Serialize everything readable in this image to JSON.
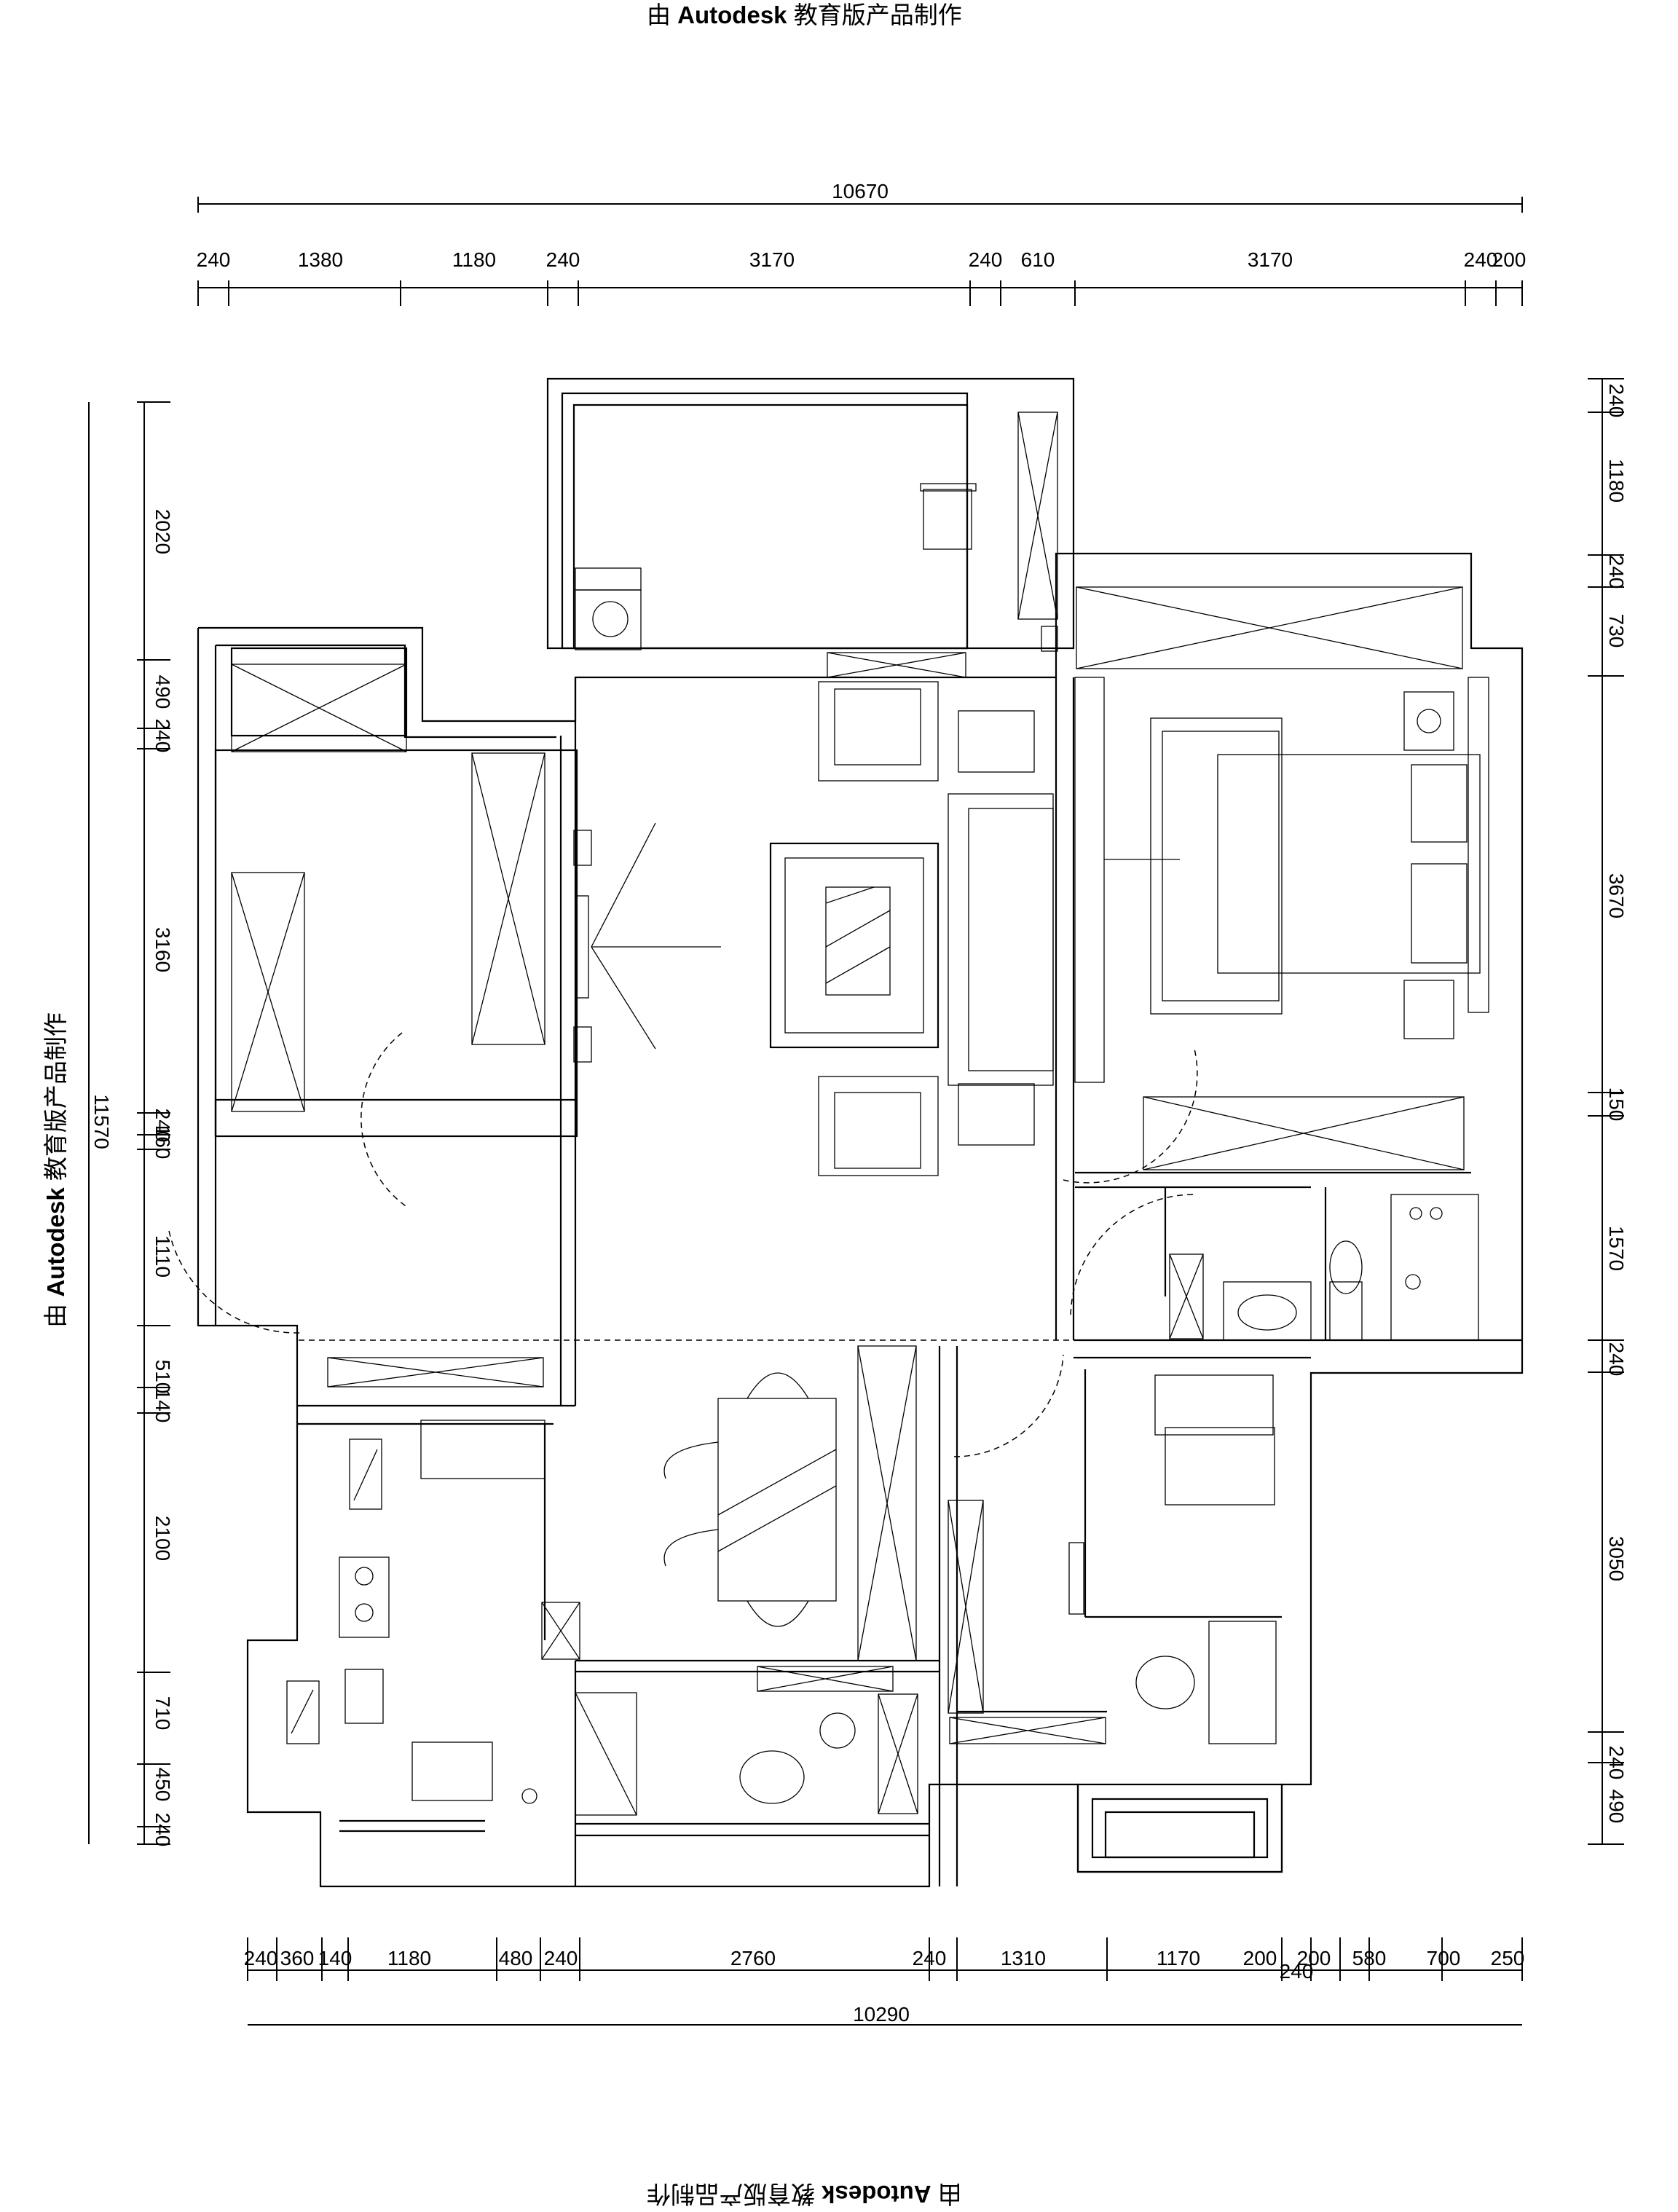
{
  "watermark": {
    "prefix": "由 ",
    "brand": "Autodesk",
    "suffix": " 教育版产品制作"
  },
  "dimensions": {
    "top_total": "10670",
    "top": [
      "240",
      "1380",
      "1180",
      "240",
      "3170",
      "240",
      "610",
      "3170",
      "240",
      "200"
    ],
    "bottom_total": "10290",
    "bottom": [
      "240",
      "360",
      "140",
      "1180",
      "480",
      "240",
      "2760",
      "240",
      "1310",
      "1170",
      "200",
      "200",
      "240",
      "580",
      "700",
      "250"
    ],
    "left_total": "11570",
    "left": [
      "2020",
      "490",
      "240",
      "3160",
      "240",
      "160",
      "1110",
      "510",
      "140",
      "2100",
      "710",
      "450",
      "240"
    ],
    "right": [
      "240",
      "1180",
      "240",
      "730",
      "3670",
      "150",
      "1570",
      "240",
      "3050",
      "240",
      "490"
    ]
  }
}
